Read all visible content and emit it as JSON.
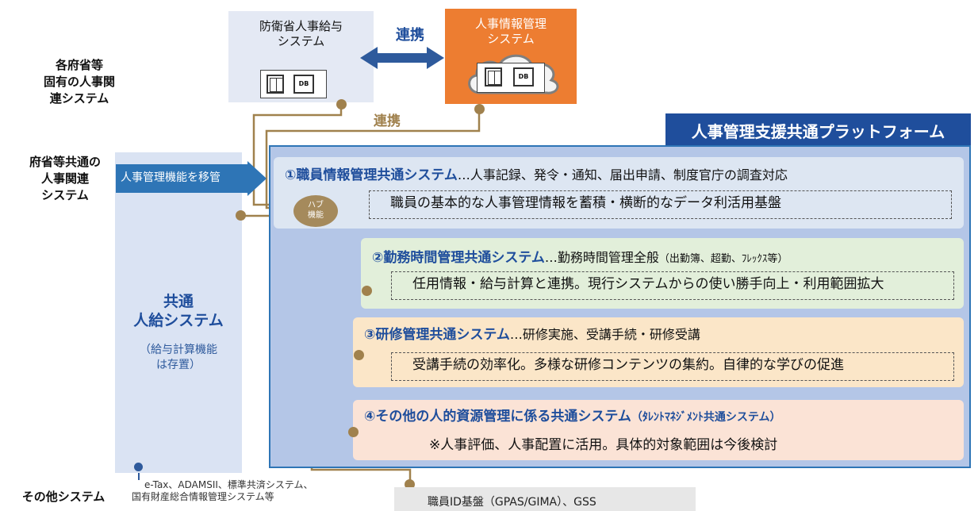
{
  "row_labels": {
    "ministry_specific": [
      "各府省等",
      "固有の人事関",
      "連システム"
    ],
    "shared": [
      "府省等共通の",
      "人事関連",
      "システム"
    ],
    "other": "その他システム"
  },
  "top": {
    "mod_system": [
      "防衛省人事給与",
      "システム"
    ],
    "hr_system": [
      "人事情報管理",
      "システム"
    ],
    "link_top": "連携",
    "link_mid": "連携",
    "db_label": "DB"
  },
  "platform": {
    "title": "人事管理支援共通プラットフォーム",
    "arrow_label": "人事管理機能を移管",
    "hub": [
      "ハブ",
      "機能"
    ],
    "cards": [
      {
        "title": "①職員情報管理共通システム",
        "desc": "…人事記録、発令・通知、届出申請、制度官庁の調査対応",
        "note": "職員の基本的な人事管理情報を蓄積・横断的なデータ利活用基盤",
        "bg": "#dde6f2"
      },
      {
        "title": "②勤務時間管理共通システム",
        "desc": "…勤務時間管理全般",
        "desc_small": "（出勤簿、超勤、ﾌﾚｯｸｽ等）",
        "note": "任用情報・給与計算と連携。現行システムからの使い勝手向上・利用範囲拡大",
        "bg": "#e2efda"
      },
      {
        "title": "③研修管理共通システム",
        "desc": "…研修実施、受講手続・研修受講",
        "note": "受講手続の効率化。多様な研修コンテンツの集約。自律的な学びの促進",
        "bg": "#fbe6c8"
      },
      {
        "title": "④その他の人的資源管理に係る共通システム",
        "desc_small": "（ﾀﾚﾝﾄﾏﾈｼﾞﾒﾝﾄ共通システム）",
        "note": "※人事評価、人事配置に活用。具体的対象範囲は今後検討",
        "bg": "#fbe3d6"
      }
    ]
  },
  "payroll": {
    "title": [
      "共通",
      "人給システム"
    ],
    "note": [
      "（給与計算機能",
      "は存置）"
    ]
  },
  "other": {
    "left": [
      "e-Tax、ADAMSII、標準共済システム、",
      "国有財産総合情報管理システム等"
    ],
    "right": "職員ID基盤（GPAS/GIMA）、GSS"
  },
  "colors": {
    "accent_blue": "#1f4e9c",
    "orange": "#ed7d31",
    "link": "#a0814d",
    "platform_bg": "#b4c6e7"
  }
}
